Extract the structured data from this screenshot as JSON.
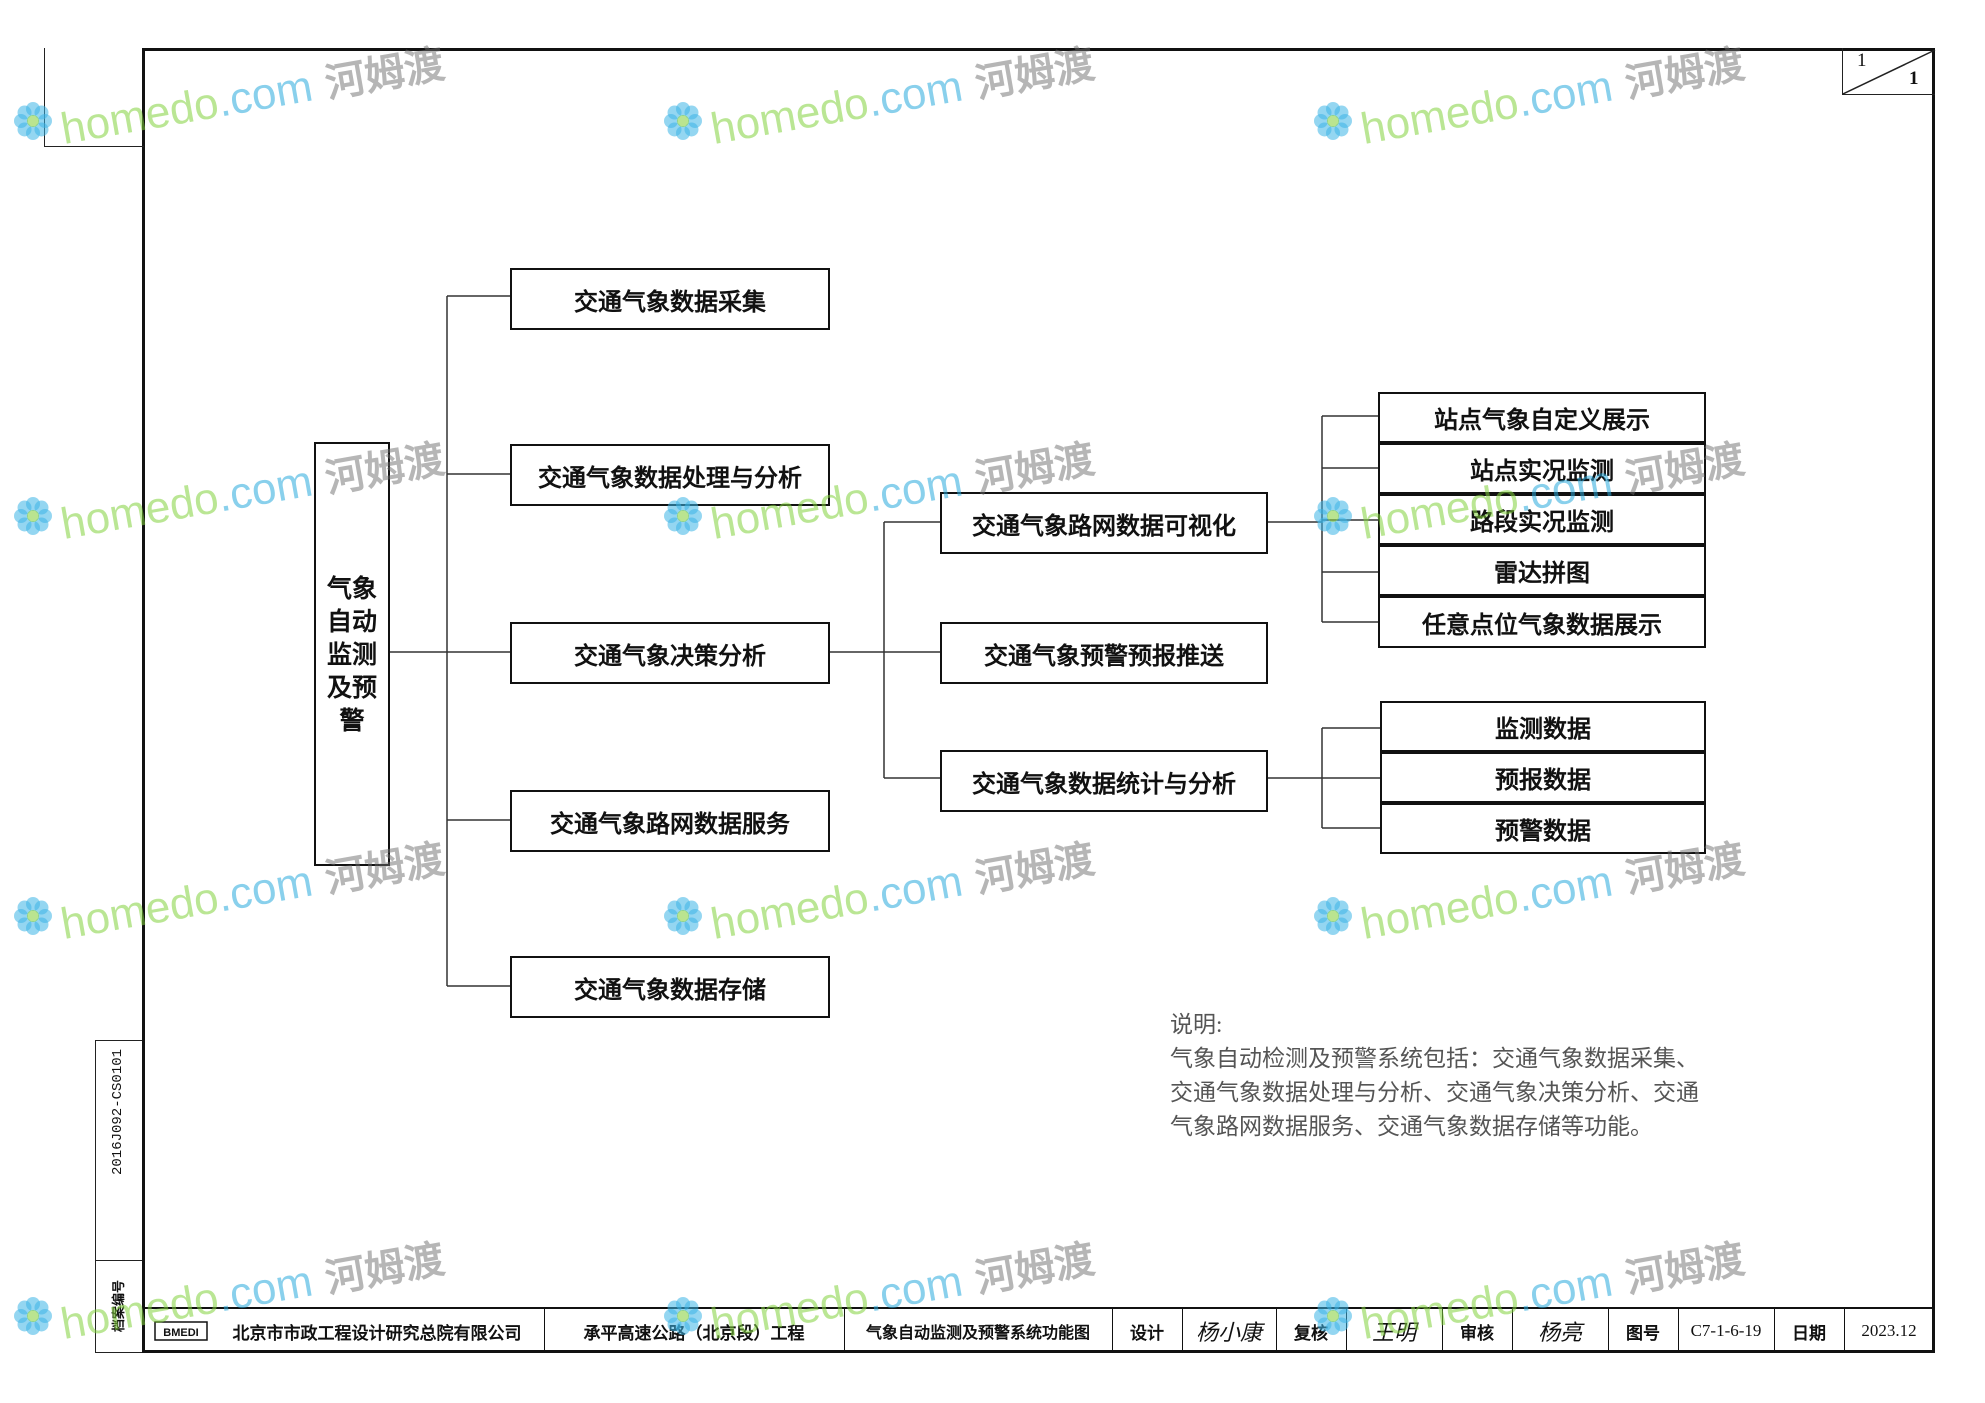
{
  "page": {
    "sheet_number": "1",
    "sheet_total": "1",
    "side_archive_label": "档案编号",
    "side_archive_code": "2016J092-CS0101"
  },
  "diagram": {
    "root": "气象自动监测及预警",
    "level1": [
      "交通气象数据采集",
      "交通气象数据处理与分析",
      "交通气象决策分析",
      "交通气象路网数据服务",
      "交通气象数据存储"
    ],
    "level2": [
      "交通气象路网数据可视化",
      "交通气象预警预报推送",
      "交通气象数据统计与分析"
    ],
    "visualization_children": [
      "站点气象自定义展示",
      "站点实况监测",
      "路段实况监测",
      "雷达拼图",
      "任意点位气象数据展示"
    ],
    "statistics_children": [
      "监测数据",
      "预报数据",
      "预警数据"
    ]
  },
  "notes": {
    "heading": "说明:",
    "lines": [
      "气象自动检测及预警系统包括：交通气象数据采集、",
      "交通气象数据处理与分析、交通气象决策分析、交通",
      "气象路网数据服务、交通气象数据存储等功能。"
    ]
  },
  "title_block": {
    "logo_text": "BMEDI",
    "company": "北京市市政工程设计研究总院有限公司",
    "project": "承平高速公路（北京段）工程",
    "drawing_title": "气象自动监测及预警系统功能图",
    "design_label": "设计",
    "design_signature": "杨小康",
    "review_label": "复核",
    "review_signature": "王明",
    "approve_label": "审核",
    "approve_signature": "杨亮",
    "drawing_no_label": "图号",
    "drawing_no": "C7-1-6-19",
    "date_label": "日期",
    "date": "2023.12"
  },
  "watermark": {
    "brand": "homedo",
    "dot": ".com",
    "cn": "河姆渡",
    "colors": {
      "green": "#82d23c",
      "blue": "#28aadc",
      "gray": "#6e6e6e"
    }
  }
}
